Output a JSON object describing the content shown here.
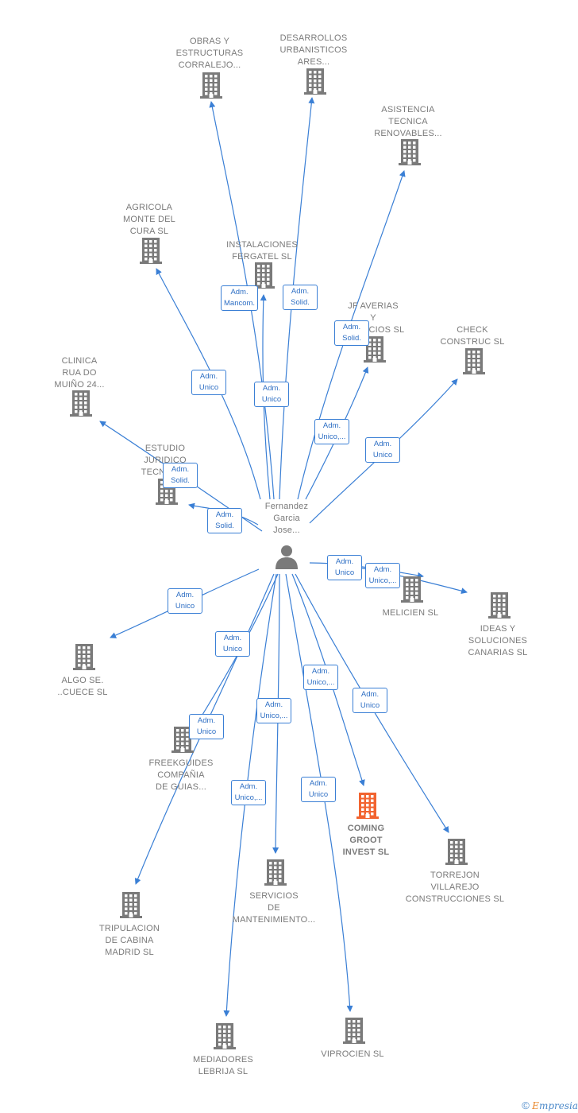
{
  "center": {
    "name": "Fernandez\nGarcia\nJose..."
  },
  "colors": {
    "edge": "#3a7fd5",
    "building": "#7a7a7a",
    "highlight": "#f26430"
  },
  "companies": [
    {
      "id": "obras",
      "label": "OBRAS Y\nESTRUCTURAS\nCORRALEJO..."
    },
    {
      "id": "desarrollos",
      "label": "DESARROLLOS\nURBANISTICOS\nARES..."
    },
    {
      "id": "asistencia",
      "label": "ASISTENCIA\nTECNICA\nRENOVABLES..."
    },
    {
      "id": "agricola",
      "label": "AGRICOLA\nMONTE DEL\nCURA SL"
    },
    {
      "id": "instalaciones",
      "label": "INSTALACIONES\nFERGATEL SL"
    },
    {
      "id": "jf",
      "label": "JF AVERIAS\nY\nSERVICIOS SL"
    },
    {
      "id": "check",
      "label": "CHECK\nCONSTRUC SL"
    },
    {
      "id": "clinica",
      "label": "CLINICA\nRUA DO\nMUIÑO 24..."
    },
    {
      "id": "estudio",
      "label": "ESTUDIO\nJURIDICO\nTECNICO..."
    },
    {
      "id": "melicien",
      "label": "MELICIEN SL"
    },
    {
      "id": "ideas",
      "label": "IDEAS Y\nSOLUCIONES\nCANARIAS SL"
    },
    {
      "id": "algo",
      "label": "ALGO SE.\n..CUECE SL"
    },
    {
      "id": "freekguides",
      "label": "FREEKGUIDES\nCOMPAÑIA\nDE GUIAS..."
    },
    {
      "id": "coming",
      "label": "COMING\nGROOT\nINVEST SL"
    },
    {
      "id": "torrejon",
      "label": "TORREJON\nVILLAREJO\nCONSTRUCCIONES SL"
    },
    {
      "id": "tripulacion",
      "label": "TRIPULACION\nDE CABINA\nMADRID SL"
    },
    {
      "id": "servicios",
      "label": "SERVICIOS\nDE\nMANTENIMIENTO..."
    },
    {
      "id": "mediadores",
      "label": "MEDIADORES\nLEBRIJA SL"
    },
    {
      "id": "viprocien",
      "label": "VIPROCIEN SL"
    }
  ],
  "roles": [
    {
      "label": "Adm.\nMancom."
    },
    {
      "label": "Adm.\nSolid."
    },
    {
      "label": "Adm.\nSolid."
    },
    {
      "label": "Adm.\nUnico"
    },
    {
      "label": "Adm.\nUnico"
    },
    {
      "label": "Adm.\nUnico,..."
    },
    {
      "label": "Adm.\nUnico"
    },
    {
      "label": "Adm.\nSolid."
    },
    {
      "label": "Adm.\nSolid."
    },
    {
      "label": "Adm.\nUnico"
    },
    {
      "label": "Adm.\nUnico,..."
    },
    {
      "label": "Adm.\nUnico"
    },
    {
      "label": "Adm.\nUnico"
    },
    {
      "label": "Adm.\nUnico,..."
    },
    {
      "label": "Adm.\nUnico"
    },
    {
      "label": "Adm.\nUnico"
    },
    {
      "label": "Adm.\nUnico,..."
    },
    {
      "label": "Adm.\nUnico,..."
    },
    {
      "label": "Adm.\nUnico"
    }
  ],
  "footer": {
    "copyright": "©",
    "brand_first": "E",
    "brand_rest": "mpresia"
  }
}
